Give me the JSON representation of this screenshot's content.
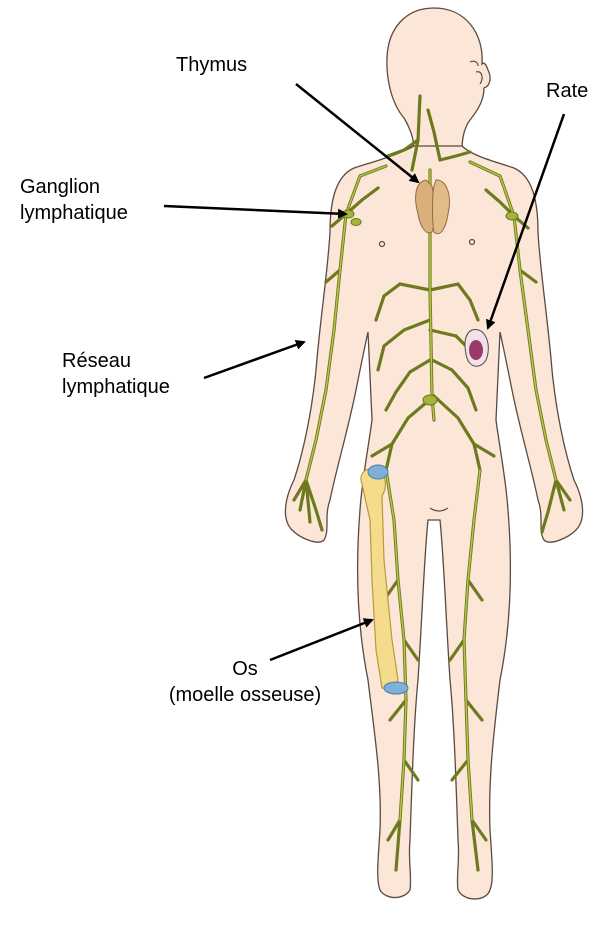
{
  "labels": {
    "thymus": "Thymus",
    "rate": "Rate",
    "ganglion": [
      "Ganglion",
      "lymphatique"
    ],
    "reseau": [
      "Réseau",
      "lymphatique"
    ],
    "os": [
      "Os",
      "(moelle osseuse)"
    ]
  },
  "colors": {
    "skin": "#fbe6d8",
    "skin_outline": "#5a4a40",
    "lymph": "#a6b43a",
    "lymph_dark": "#6d7a1e",
    "thymus": "#d9b07c",
    "spleen": "#9a3a6a",
    "bone": "#f4dc8c",
    "cartilage": "#7fb0d8"
  }
}
